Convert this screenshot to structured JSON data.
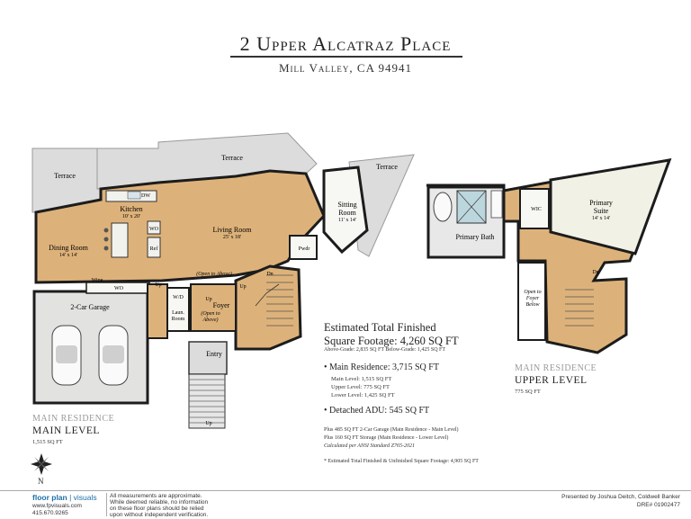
{
  "header": {
    "title": "2 Upper Alcatraz Place",
    "subtitle": "Mill Valley, CA 94941"
  },
  "colors": {
    "wood_floor": "#ddb27a",
    "terrace": "#dcdcdc",
    "room_white": "#f7f7f4",
    "wall": "#1c1c1c",
    "tile": "#e8e8e8"
  },
  "rooms": {
    "terrace_1": "Terrace",
    "terrace_2": "Terrace",
    "terrace_3": "Terrace",
    "kitchen": "Kitchen",
    "kitchen_size": "10' x 20'",
    "living_room": "Living Room",
    "living_room_size": "25' x 18'",
    "dining_room": "Dining Room",
    "dining_room_size": "14' x 14'",
    "sitting_room": "Sitting",
    "sitting_room_2": "Room",
    "sitting_room_size": "11' x 14'",
    "pwdr": "Pwdr",
    "dw": "DW",
    "wo1": "WO",
    "ref": "Ref",
    "wine": "Wine",
    "wo2": "WO",
    "open_above": "(Open to Above)",
    "up1": "Up",
    "up2": "Up",
    "up3": "Up",
    "up_stairs": "Up",
    "dn1": "Dn",
    "dn2": "Dn",
    "wd": "W/D",
    "laun1": "Laun.",
    "laun2": "Room",
    "foyer": "Foyer",
    "foyer_open1": "(Open to",
    "foyer_open2": "Above)",
    "garage": "2-Car Garage",
    "entry": "Entry",
    "primary_bath": "Primary Bath",
    "wic": "WIC",
    "primary_suite1": "Primary",
    "primary_suite2": "Suite",
    "primary_suite_size": "14' x 14'",
    "open_foyer1": "Open to",
    "open_foyer2": "Foyer",
    "open_foyer3": "Below"
  },
  "summary": {
    "heading_1": "Estimated Total Finished",
    "heading_2": "Square Footage: 4,260 SQ FT",
    "grade_line": "Above-Grade: 2,835 SQ FT    Below-Grade: 1,425 SQ FT",
    "main_residence": "Main Residence: 3,715 SQ FT",
    "main_level": "Main Level: 1,515 SQ FT",
    "upper_level": "Upper Level: 775 SQ FT",
    "lower_level": "Lower Level: 1,425 SQ FT",
    "adu": "Detached ADU: 545 SQ FT",
    "note_garage": "Plus 485 SQ FT 2-Car Garage (Main Residence - Main Level)",
    "note_storage": "Plus 160 SQ FT Storage (Main Residence - Lower Level)",
    "note_ansi": "Calculated per ANSI Standard Z765-2021",
    "note_total": "* Estimated Total Finished & Unfinished Square Footage: 4,905 SQ FT"
  },
  "levels": {
    "main_small": "MAIN RESIDENCE",
    "main_big": "MAIN LEVEL",
    "main_sqft": "1,515 SQ FT",
    "upper_small": "MAIN RESIDENCE",
    "upper_big": "UPPER LEVEL",
    "upper_sqft": "775 SQ FT"
  },
  "compass": {
    "north": "N"
  },
  "footer": {
    "logo_a": "floor plan",
    "logo_b": "visuals",
    "website": "www.fpvisuals.com",
    "phone": "415.670.9265",
    "disclaimer_1": "All measurements are approximate.",
    "disclaimer_2": "While deemed reliable, no information",
    "disclaimer_3": "on these floor plans should be relied",
    "disclaimer_4": "upon without independent verification.",
    "presented": "Presented by Joshua Deitch, Coldwell Banker",
    "dre": "DRE# 01902477"
  }
}
